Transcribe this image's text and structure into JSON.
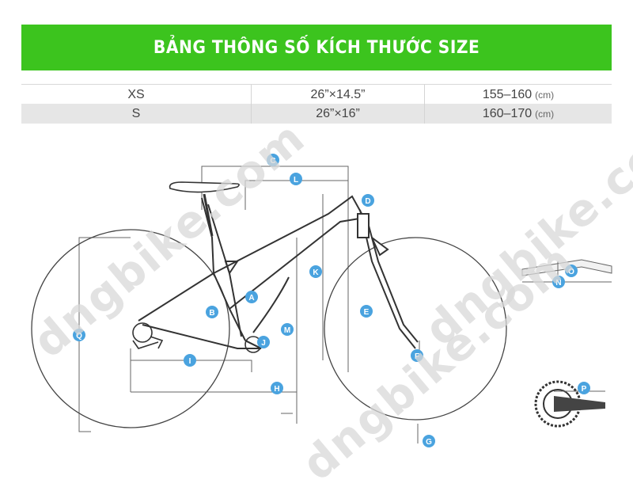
{
  "header": {
    "title": "BẢNG THÔNG SỐ KÍCH THƯỚC SIZE"
  },
  "size_table": {
    "rows": [
      {
        "size": "XS",
        "frame": "26”×14.5”",
        "height": "155–160",
        "unit": "(cm)"
      },
      {
        "size": "S",
        "frame": "26”×16”",
        "height": "160–170",
        "unit": "(cm)"
      }
    ]
  },
  "diagram": {
    "labels": [
      "A",
      "B",
      "C",
      "D",
      "E",
      "F",
      "G",
      "H",
      "I",
      "J",
      "K",
      "L",
      "M",
      "N",
      "O",
      "P",
      "Q"
    ]
  },
  "watermark": {
    "text": "dngbike.com"
  },
  "colors": {
    "banner": "#3cc41e",
    "marker": "#4aa3df",
    "line": "#333333"
  }
}
